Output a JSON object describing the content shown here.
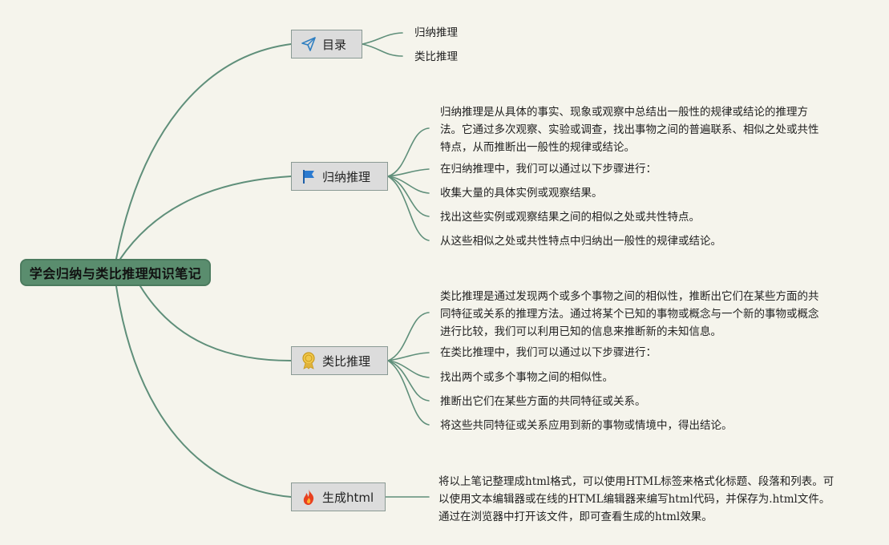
{
  "root": {
    "label": "学会归纳与类比推理知识笔记"
  },
  "branches": {
    "toc": {
      "label": "目录",
      "icon": "paper-plane-icon",
      "children": [
        "归纳推理",
        "类比推理"
      ]
    },
    "induction": {
      "label": "归纳推理",
      "icon": "blue-flag-icon",
      "paragraph_lines": [
        "归纳推理是从具体的事实、现象或观察中总结出一般性的规律或结论的推理方",
        "法。它通过多次观察、实验或调查，找出事物之间的普遍联系、相似之处或共性",
        "特点，从而推断出一般性的规律或结论。"
      ],
      "items": [
        "在归纳推理中，我们可以通过以下步骤进行：",
        "收集大量的具体实例或观察结果。",
        "找出这些实例或观察结果之间的相似之处或共性特点。",
        "从这些相似之处或共性特点中归纳出一般性的规律或结论。"
      ]
    },
    "analogy": {
      "label": "类比推理",
      "icon": "award-medal-icon",
      "paragraph_lines": [
        "类比推理是通过发现两个或多个事物之间的相似性，推断出它们在某些方面的共",
        "同特征或关系的推理方法。通过将某个已知的事物或概念与一个新的事物或概念",
        "进行比较，我们可以利用已知的信息来推断新的未知信息。"
      ],
      "items": [
        "在类比推理中，我们可以通过以下步骤进行：",
        "找出两个或多个事物之间的相似性。",
        "推断出它们在某些方面的共同特征或关系。",
        "将这些共同特征或关系应用到新的事物或情境中，得出结论。"
      ]
    },
    "html": {
      "label": "生成html",
      "icon": "fire-icon",
      "paragraph_lines": [
        "将以上笔记整理成html格式，可以使用HTML标签来格式化标题、段落和列表。可",
        "以使用文本编辑器或在线的HTML编辑器来编写html代码，并保存为.html文件。",
        "通过在浏览器中打开该文件，即可查看生成的html效果。"
      ]
    }
  },
  "colors": {
    "background": "#f5f4ec",
    "root_fill": "#5a8d6e",
    "connector": "#5f8f7a",
    "branch_fill": "#dcdcdc"
  }
}
